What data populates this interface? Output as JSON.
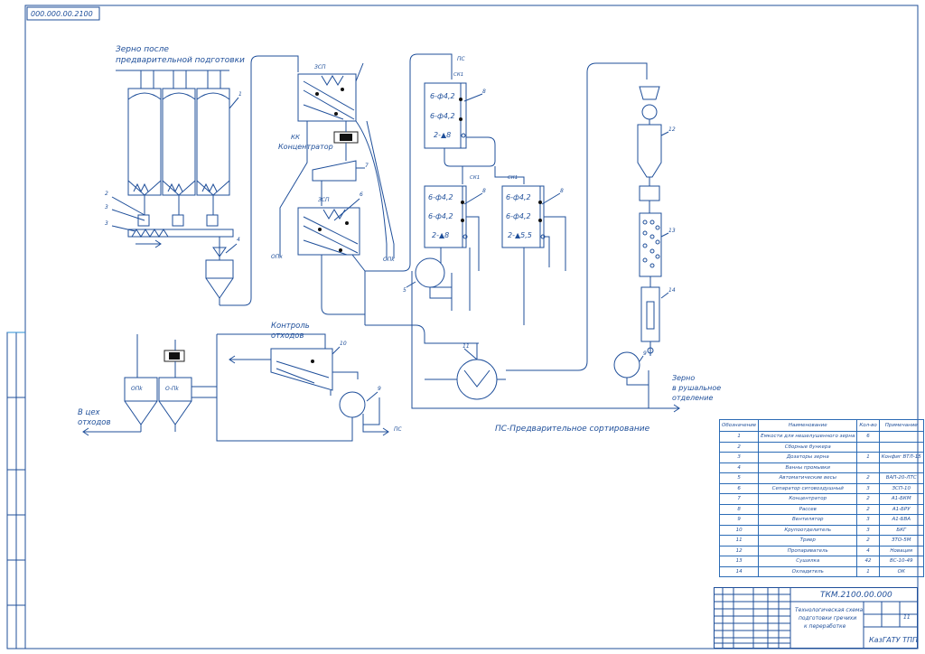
{
  "corner_code": "000.000.00.2100",
  "labels": {
    "grain_in": "Зерно после",
    "grain_in_2": "предварительной подготовки",
    "kk": "КК",
    "concentrator": "Концентратор",
    "waste_control": "Контроль",
    "waste_control_2": "отходов",
    "to_waste": "В цех",
    "to_waste_2": "отходов",
    "grain_out": "Зерно",
    "grain_out_2": "в рушальное",
    "grain_out_3": "отделение",
    "legend": "ПС-Предварительное сортирование",
    "ps_top": "ПС",
    "ps_bottom": "ПС",
    "zsp": "ЗСП",
    "zsp2": "ЗСП",
    "sk1": "СК1",
    "sk2": "СК1",
    "sk3": "СК1",
    "bin_a": "ОПк",
    "bin_b": "ОПk",
    "bin_c": "ОПk",
    "bin_d": "О-Пk",
    "s1a": "6-ф4,2",
    "s1b": "6-ф4,2",
    "s1c": "2-▲8",
    "s2a": "6-ф4,2",
    "s2b": "6-ф4,2",
    "s2c": "2-▲8",
    "s3a": "6-ф4,2",
    "s3b": "6-ф4,2",
    "s3c": "2-▲5,5"
  },
  "numbers": [
    "1",
    "2",
    "3",
    "3",
    "4",
    "5",
    "6",
    "7",
    "8",
    "8",
    "8",
    "9",
    "9",
    "10",
    "11",
    "12",
    "13",
    "14"
  ],
  "table": {
    "headers": [
      "Обозначение",
      "Наименование",
      "Кол-во",
      "Примечание"
    ],
    "rows": [
      [
        "1",
        "Емкости для нешелушенного зерна",
        "6",
        ""
      ],
      [
        "2",
        "Сборные бункера",
        "",
        ""
      ],
      [
        "3",
        "Дозаторы зерна",
        "1",
        "Конфиг ВТЛ-15"
      ],
      [
        "4",
        "Ванны промывки",
        "",
        ""
      ],
      [
        "5",
        "Автоматические весы",
        "2",
        "ВАП-20-ЛТС"
      ],
      [
        "6",
        "Сепаратор ситовоздушный",
        "3",
        "ЗСП-10"
      ],
      [
        "7",
        "Концентратор",
        "2",
        "А1-БКМ"
      ],
      [
        "8",
        "Рассев",
        "2",
        "А1-БРУ"
      ],
      [
        "9",
        "Вентилятор",
        "3",
        "А1-БВА"
      ],
      [
        "10",
        "Крупоотделитель",
        "3",
        "БКГ"
      ],
      [
        "11",
        "Триер",
        "2",
        "ЗТО-5М"
      ],
      [
        "12",
        "Пропариватель",
        "4",
        "Новация"
      ],
      [
        "13",
        "Сушилка",
        "42",
        "ВС-10-49"
      ],
      [
        "14",
        "Охладитель",
        "1",
        "ОК"
      ]
    ]
  },
  "title_block": {
    "code": "ТКМ.2100.00.000",
    "title": "Технологическая схема",
    "title_2": "подготовки гречихи",
    "title_3": "к переработке",
    "sheet": "11",
    "org": "КазГАТУ ТПП"
  }
}
